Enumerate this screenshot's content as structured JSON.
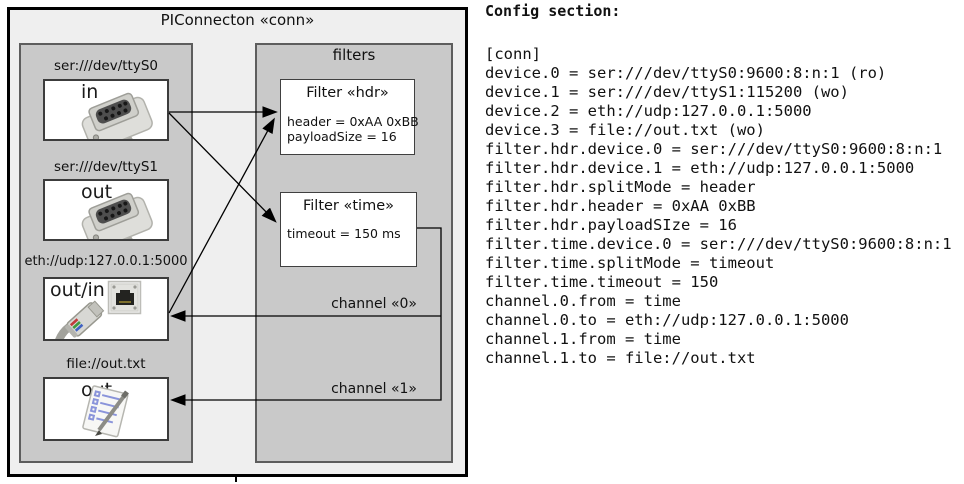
{
  "diagram": {
    "title": "PIConnecton «conn»",
    "filters_title": "filters",
    "devices": [
      {
        "label": "ser:///dev/ttyS0",
        "direction": "in",
        "icon": "serial-connector-icon"
      },
      {
        "label": "ser:///dev/ttyS1",
        "direction": "out",
        "icon": "serial-connector-icon"
      },
      {
        "label": "eth://udp:127.0.0.1:5000",
        "direction": "out/in",
        "icon": "ethernet-port-icon"
      },
      {
        "label": "file://out.txt",
        "direction": "out",
        "icon": "notepad-pen-icon"
      }
    ],
    "filters": [
      {
        "title": "Filter «hdr»",
        "props": [
          "header = 0xAA 0xBB",
          "payloadSize = 16"
        ]
      },
      {
        "title": "Filter «time»",
        "props": [
          "timeout = 150 ms"
        ]
      }
    ],
    "channels": [
      {
        "label": "channel «0»"
      },
      {
        "label": "channel «1»"
      }
    ],
    "colors": {
      "outer_fill": "#efefef",
      "group_fill": "#c9c9c9",
      "box_fill": "#ffffff",
      "line": "#000000"
    }
  },
  "config": {
    "title": "Config section:",
    "lines": [
      "[conn]",
      "device.0 = ser:///dev/ttyS0:9600:8:n:1 (ro)",
      "device.1 = ser:///dev/ttyS1:115200 (wo)",
      "device.2 = eth://udp:127.0.0.1:5000",
      "device.3 = file://out.txt (wo)",
      "filter.hdr.device.0 = ser:///dev/ttyS0:9600:8:n:1",
      "filter.hdr.device.1 = eth://udp:127.0.0.1:5000",
      "filter.hdr.splitMode = header",
      "filter.hdr.header = 0xAA 0xBB",
      "filter.hdr.payloadSIze = 16",
      "filter.time.device.0 = ser:///dev/ttyS0:9600:8:n:1",
      "filter.time.splitMode = timeout",
      "filter.time.timeout = 150",
      "channel.0.from = time",
      "channel.0.to = eth://udp:127.0.0.1:5000",
      "channel.1.from = time",
      "channel.1.to = file://out.txt"
    ]
  }
}
